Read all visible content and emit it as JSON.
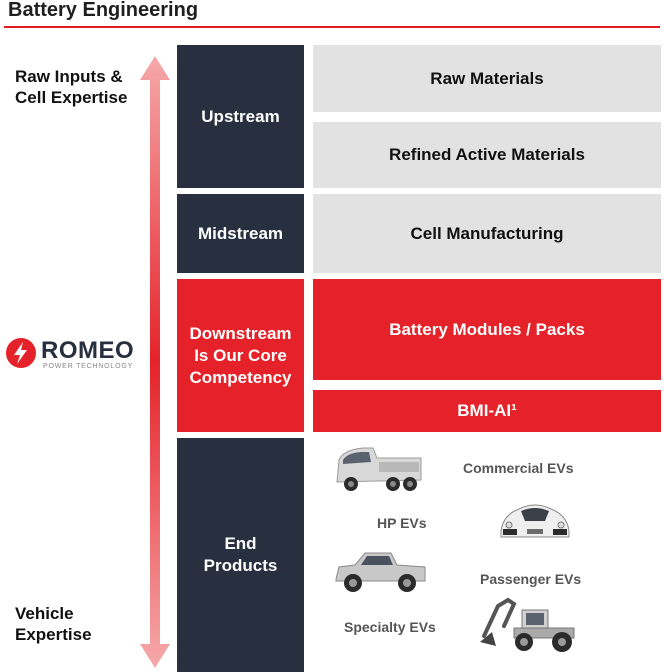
{
  "title": "Battery Engineering",
  "side_labels": {
    "top": [
      "Raw Inputs &",
      "Cell Expertise"
    ],
    "bottom": [
      "Vehicle",
      "Expertise"
    ]
  },
  "logo": {
    "name": "ROMEO",
    "tagline": "POWER TECHNOLOGY"
  },
  "stages": {
    "upstream": "Upstream",
    "midstream": "Midstream",
    "downstream": [
      "Downstream",
      "Is Our Core",
      "Competency"
    ],
    "end_products": [
      "End",
      "Products"
    ]
  },
  "activities": {
    "raw_materials": "Raw Materials",
    "refined": "Refined Active Materials",
    "cell_manufacturing": "Cell Manufacturing",
    "battery_modules": "Battery Modules / Packs",
    "bmi_ai": "BMI-AI¹"
  },
  "end_products": {
    "commercial": "Commercial EVs",
    "hp": "HP EVs",
    "passenger": "Passenger EVs",
    "specialty": "Specialty EVs"
  },
  "colors": {
    "accent_red": "#e52229",
    "dark_navy": "#28303f",
    "light_grey": "#e2e2e2"
  }
}
